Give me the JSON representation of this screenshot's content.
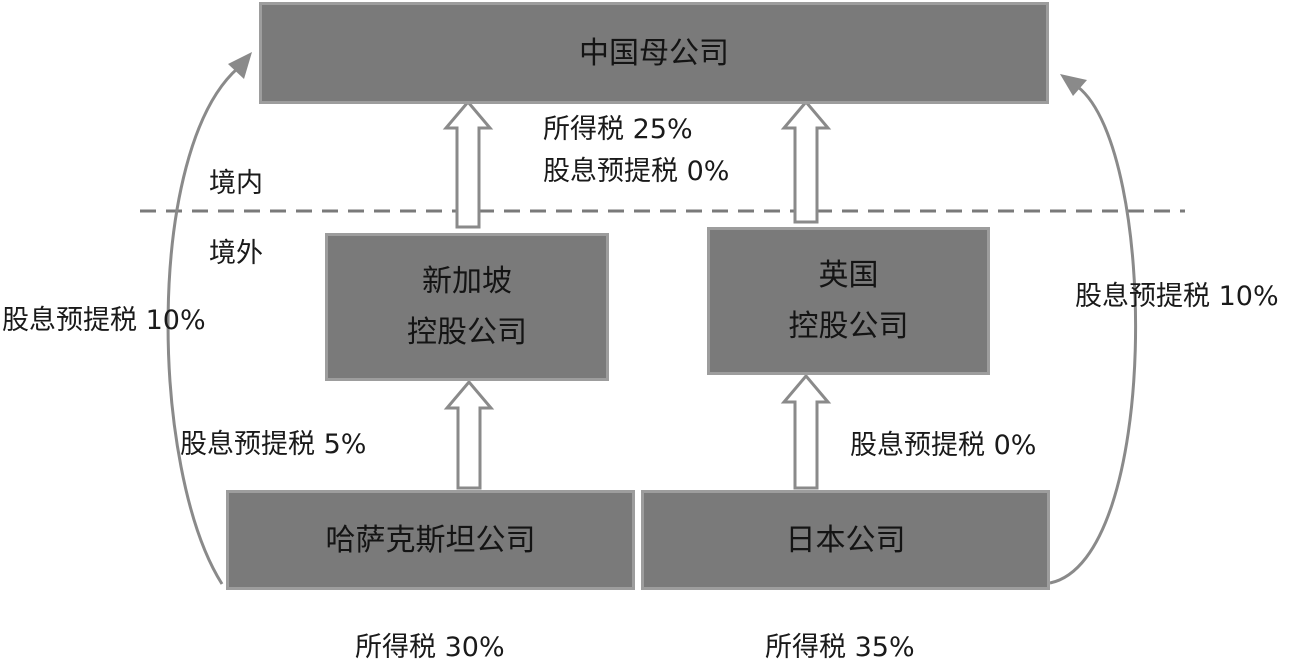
{
  "colors": {
    "box_fill": "#7a7a7a",
    "box_border": "#9d9d9d",
    "arrow_stroke": "#8a8a8a",
    "dashed_line": "#7a7a7a",
    "text": "#1a1a1a"
  },
  "boxes": {
    "parent": "中国母公司",
    "singapore_line1": "新加坡",
    "singapore_line2": "控股公司",
    "uk_line1": "英国",
    "uk_line2": "控股公司",
    "kazakhstan": "哈萨克斯坦公司",
    "japan": "日本公司"
  },
  "regions": {
    "domestic": "境内",
    "overseas": "境外"
  },
  "labels": {
    "parent_income_tax": "所得税 25%",
    "parent_dividend_wht": "股息预提税 0%",
    "left_direct_wht": "股息预提税 10%",
    "right_direct_wht": "股息预提税 10%",
    "kz_to_sg_wht": "股息预提税 5%",
    "jp_to_uk_wht": "股息预提税 0%",
    "kz_income_tax": "所得税 30%",
    "jp_income_tax": "所得税 35%"
  }
}
